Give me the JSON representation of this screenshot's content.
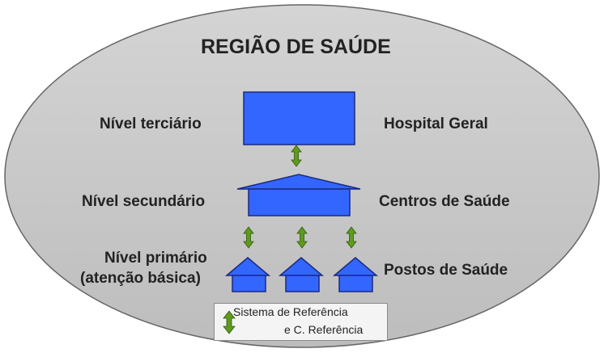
{
  "title": "REGIÃO DE SAÚDE",
  "levels": {
    "tertiary": {
      "left": "Nível terciário",
      "right": "Hospital Geral"
    },
    "secondary": {
      "left": "Nível secundário",
      "right": "Centros de Saúde"
    },
    "primary": {
      "left_line1": "Nível primário",
      "left_line2": "(atenção básica)",
      "right": "Postos de Saúde"
    }
  },
  "legend": {
    "line1": "Sistema de Referência",
    "line2": "e C. Referência",
    "icon": "double-arrow-icon"
  },
  "colors": {
    "region_fill": "#c9c9c9",
    "building_fill": "#3366ff",
    "building_stroke": "#1a2a80",
    "arrow": "#5f9a1f"
  }
}
